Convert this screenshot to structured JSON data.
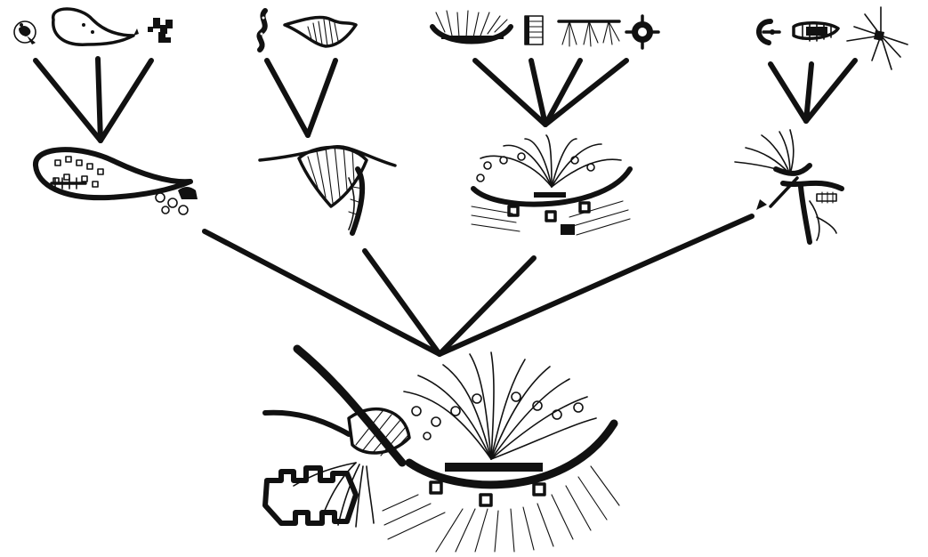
{
  "diagram": {
    "kind": "hierarchical-merge-tree",
    "colors": {
      "ink": "#111111",
      "background": "#ffffff"
    },
    "levels": [
      {
        "level": "top",
        "groups": 4,
        "icons_per_group": [
          3,
          2,
          4,
          3
        ]
      },
      {
        "level": "middle",
        "nodes": 4
      },
      {
        "level": "bottom",
        "nodes": 1
      }
    ],
    "icons": {
      "group1": [
        "coiled-creature-icon",
        "tadpole-outline-icon",
        "branching-fragment-icon"
      ],
      "group2": [
        "worm-strand-icon",
        "striped-spindle-icon"
      ],
      "group3": [
        "fringed-bowl-icon",
        "striped-block-icon",
        "comb-filaments-icon",
        "spoked-circle-icon"
      ],
      "group4": [
        "claw-shell-icon",
        "segmented-larva-icon",
        "radiating-burst-icon"
      ],
      "middle": [
        "dotted-teardrop-node",
        "striped-tent-node",
        "tentacled-bowl-node",
        "splayed-brush-node"
      ],
      "bottom": [
        "composite-organism-node"
      ]
    }
  }
}
